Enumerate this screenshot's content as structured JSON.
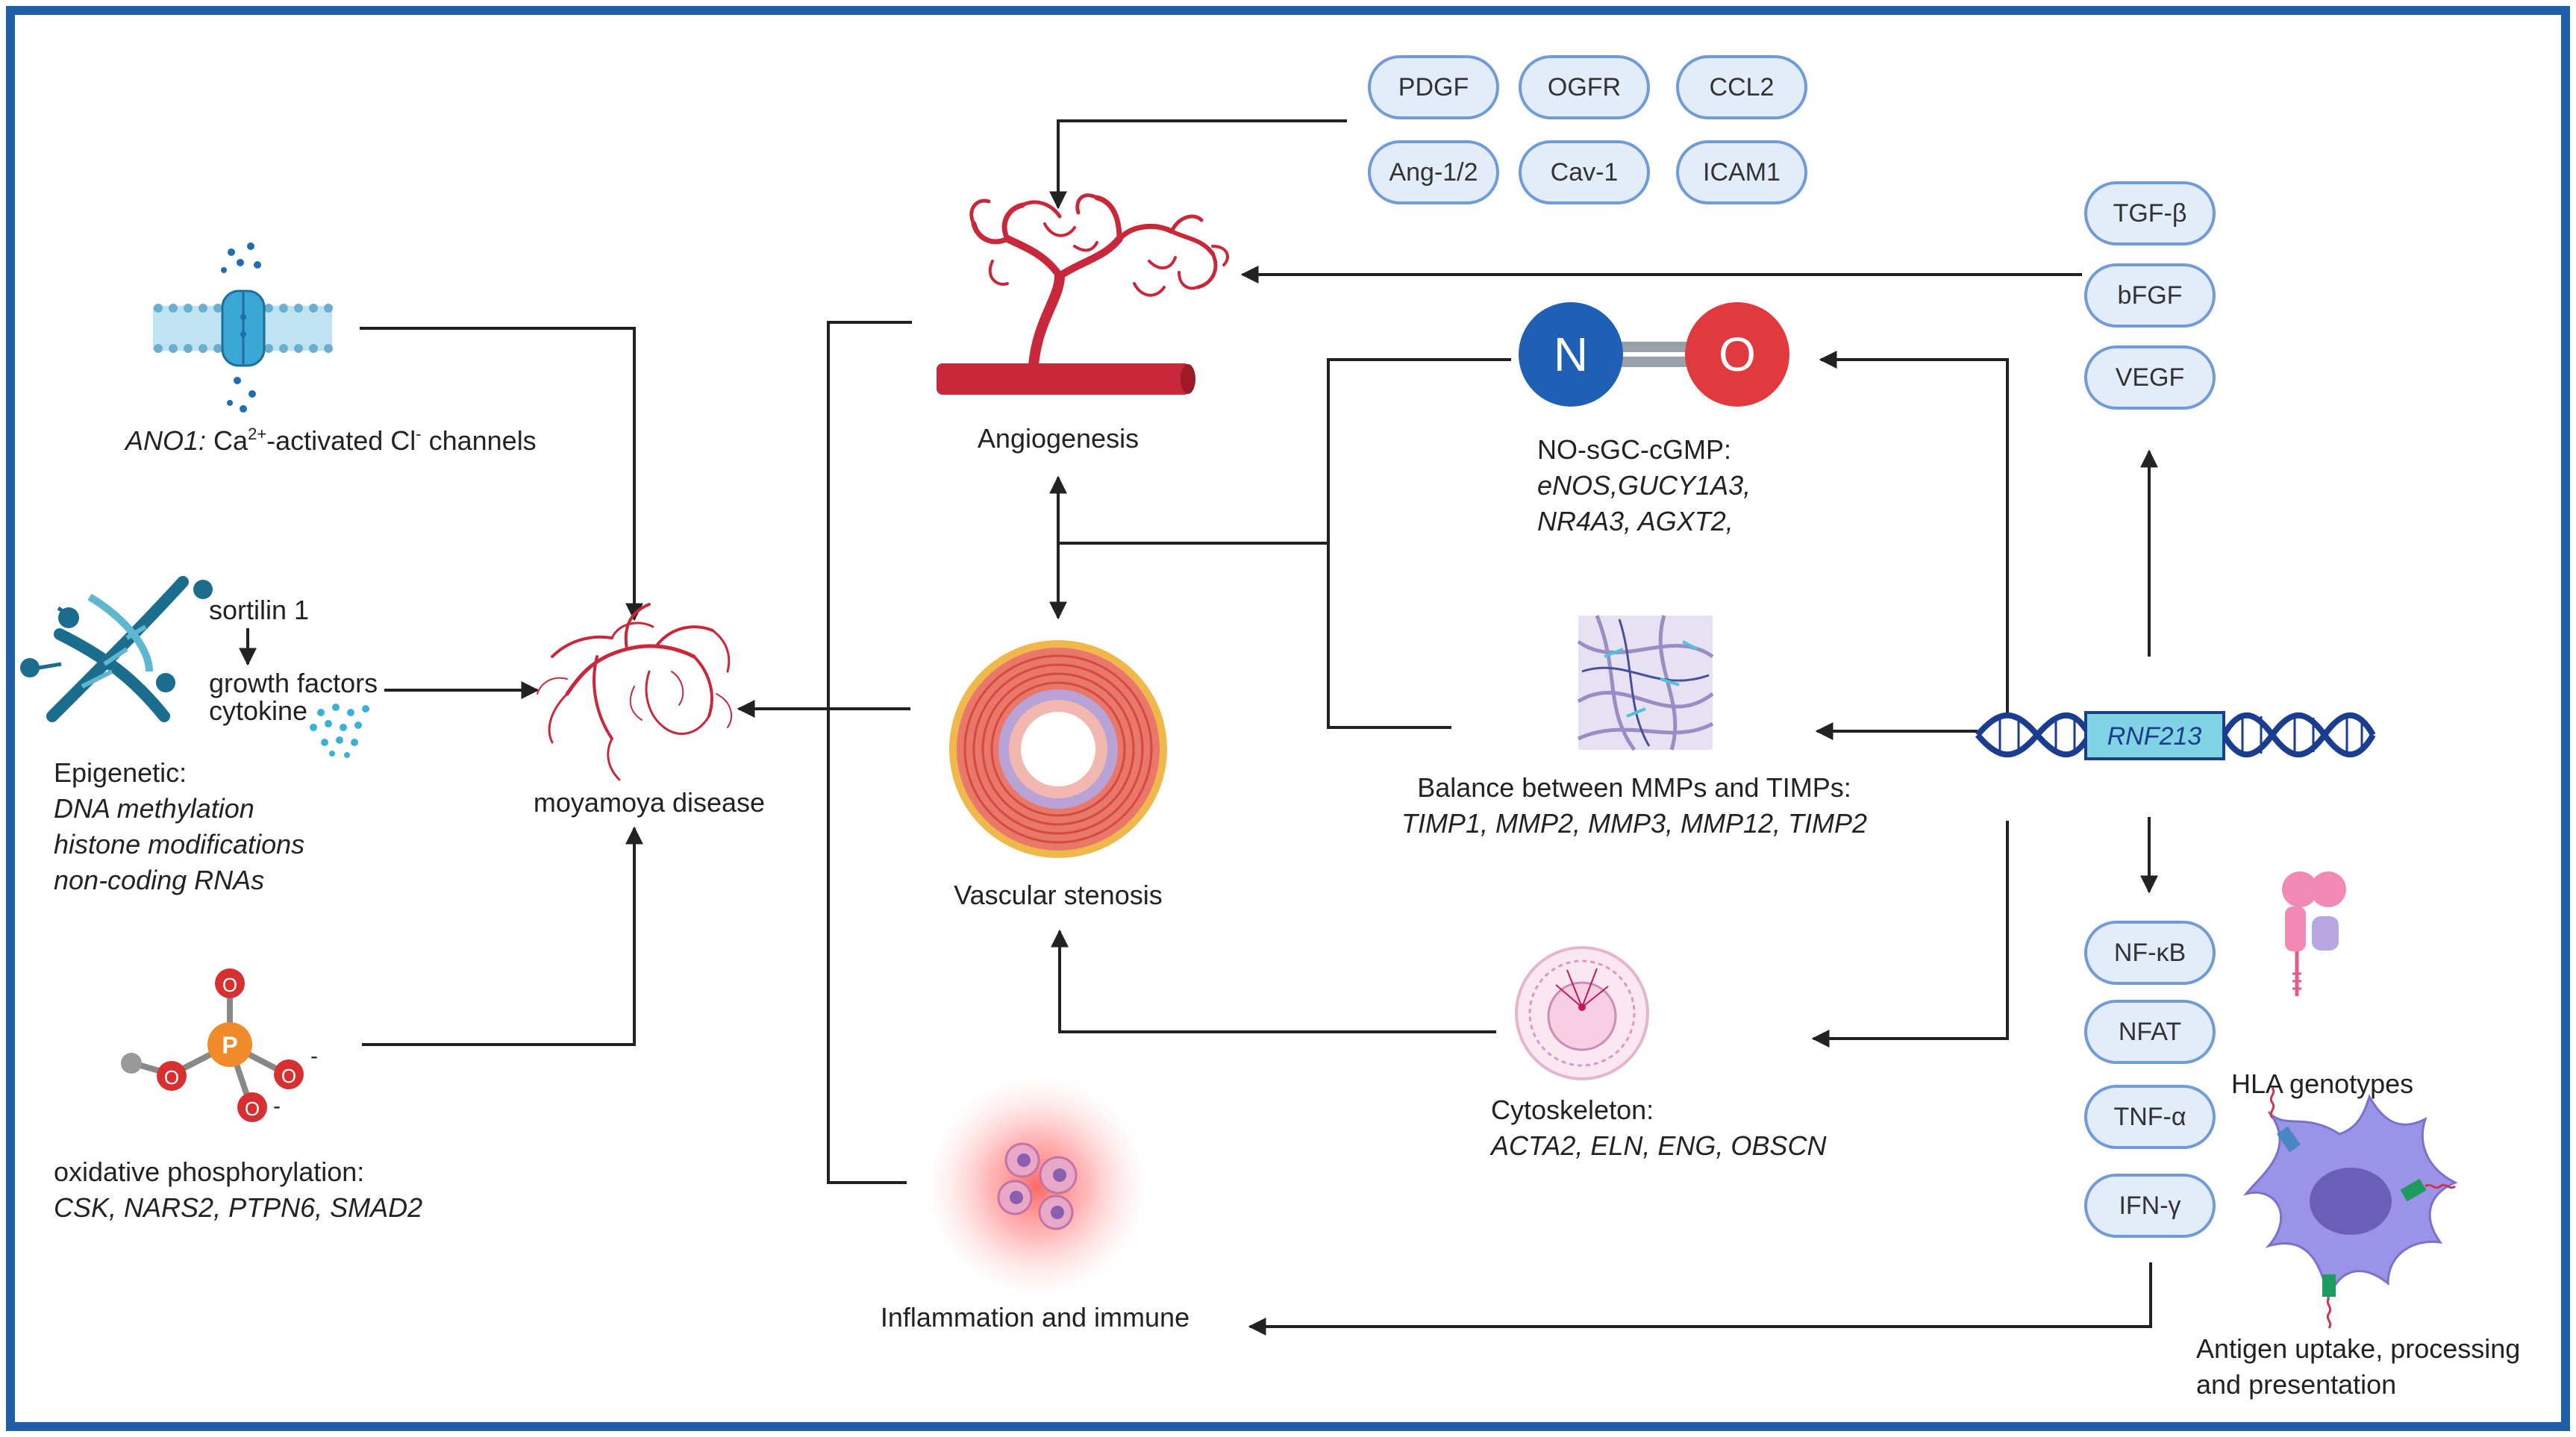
{
  "colors": {
    "frame": "#1f5fa8",
    "pill_fill": "#e3ecf9",
    "pill_stroke": "#6f9bd8",
    "vessel_red": "#c8283a",
    "n_blue": "#1f5fb6",
    "o_red": "#e0393e",
    "dna_blue": "#1a3d8f",
    "rnf_box": "#7fd3e2"
  },
  "center": {
    "moyamoya": "moyamoya disease",
    "angiogenesis": "Angiogenesis",
    "stenosis": "Vascular stenosis",
    "inflammation": "Inflammation and immune"
  },
  "left": {
    "ano1_gene": "ANO1:",
    "ano1_ca": " Ca",
    "ano1_sup": "2+",
    "ano1_rest": "-activated Cl",
    "ano1_sup2": "-",
    "ano1_end": " channels",
    "sortilin": "sortilin 1",
    "growth": "growth factors",
    "cytokine": "cytokine",
    "epigenetic_title": "Epigenetic:",
    "epigenetic_items": [
      "DNA methylation",
      "histone modifications",
      "non-coding RNAs"
    ],
    "phos_atom": "P",
    "oxygen_atom": "O",
    "charge": "-",
    "oxphos_title": "oxidative phosphorylation:",
    "oxphos_genes": "CSK, NARS2, PTPN6, SMAD2"
  },
  "angio_factors": [
    "PDGF",
    "OGFR",
    "CCL2",
    "Ang-1/2",
    "Cav-1",
    "ICAM1"
  ],
  "growth_factors": [
    "TGF-β",
    "bFGF",
    "VEGF"
  ],
  "immune_factors": [
    "NF-κB",
    "NFAT",
    "TNF-α",
    "IFN-γ"
  ],
  "no_pathway": {
    "n_atom": "N",
    "o_atom": "O",
    "title": "NO-sGC-cGMP:",
    "genes_1": "eNOS,GUCY1A3,",
    "genes_2": "NR4A3, AGXT2,"
  },
  "mmp": {
    "title": "Balance between MMPs and TIMPs:",
    "genes": "TIMP1, MMP2, MMP3, MMP12, TIMP2"
  },
  "cyto": {
    "title": "Cytoskeleton:",
    "genes": "ACTA2, ELN, ENG, OBSCN"
  },
  "rnf": "RNF213",
  "hla": "HLA genotypes",
  "antigen_1": "Antigen uptake, processing",
  "antigen_2": "and presentation"
}
